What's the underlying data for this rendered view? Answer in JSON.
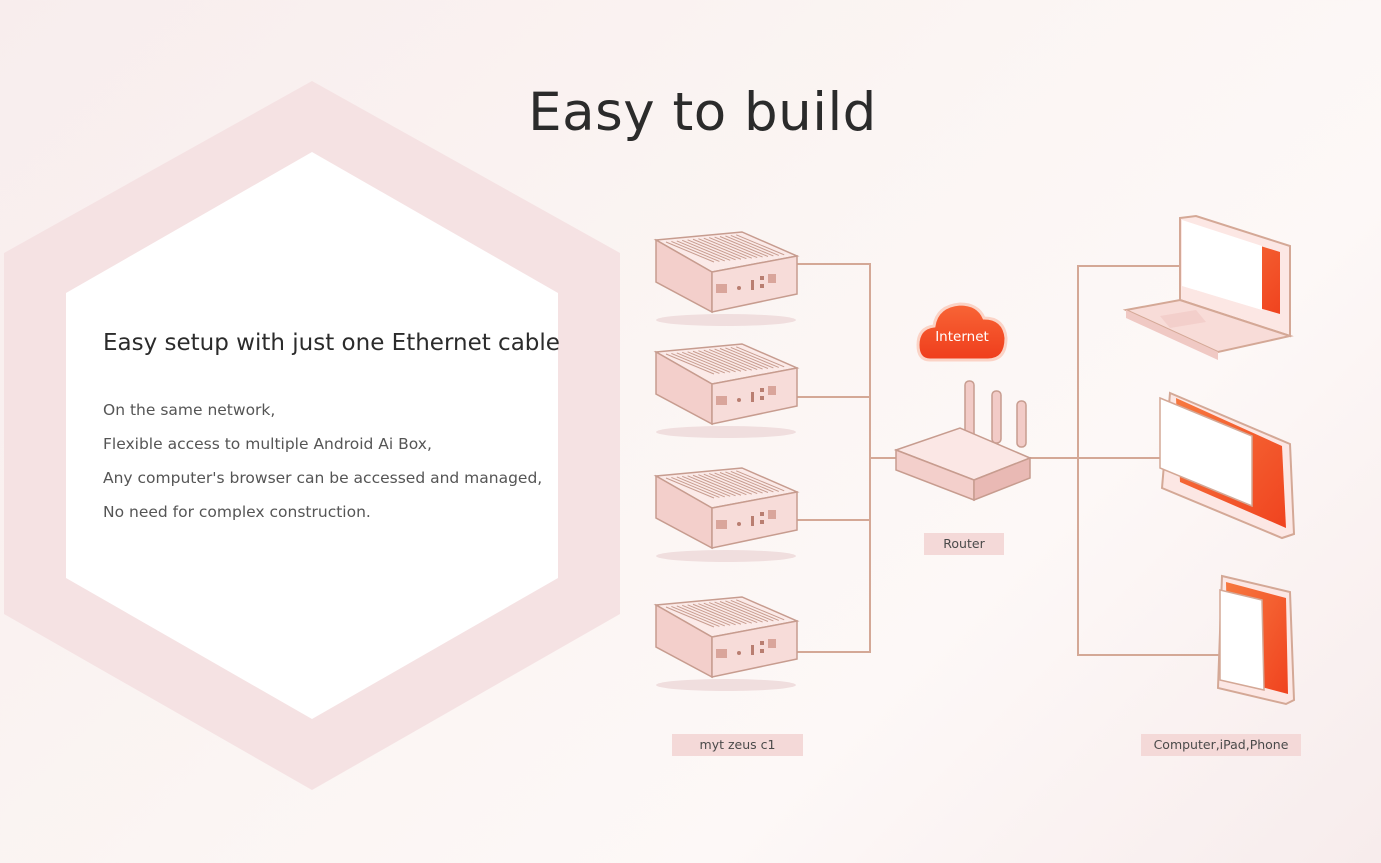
{
  "page": {
    "title": "Easy to build"
  },
  "feature_card": {
    "heading": "Easy setup with just one Ethernet cable",
    "lines": [
      "On the same network,",
      "Flexible access to multiple Android Ai Box,",
      "Any computer's browser can be accessed and managed,",
      "No need for complex construction."
    ]
  },
  "diagram": {
    "device_label": "myt zeus c1",
    "router_label": "Router",
    "internet_label": "Internet",
    "clients_label": "Computer,iPad,Phone",
    "device_count": 4,
    "clients": [
      "laptop",
      "tablet",
      "phone"
    ]
  },
  "colors": {
    "accent": "#f2542d",
    "line": "#d4a896",
    "hex_outer": "#f5e2e3",
    "device_body": "#f6d7d5",
    "label_bg": "#f4d9d8"
  },
  "icons": [
    "cloud-icon",
    "router-icon",
    "mini-pc-icon",
    "laptop-icon",
    "tablet-icon",
    "phone-icon"
  ]
}
